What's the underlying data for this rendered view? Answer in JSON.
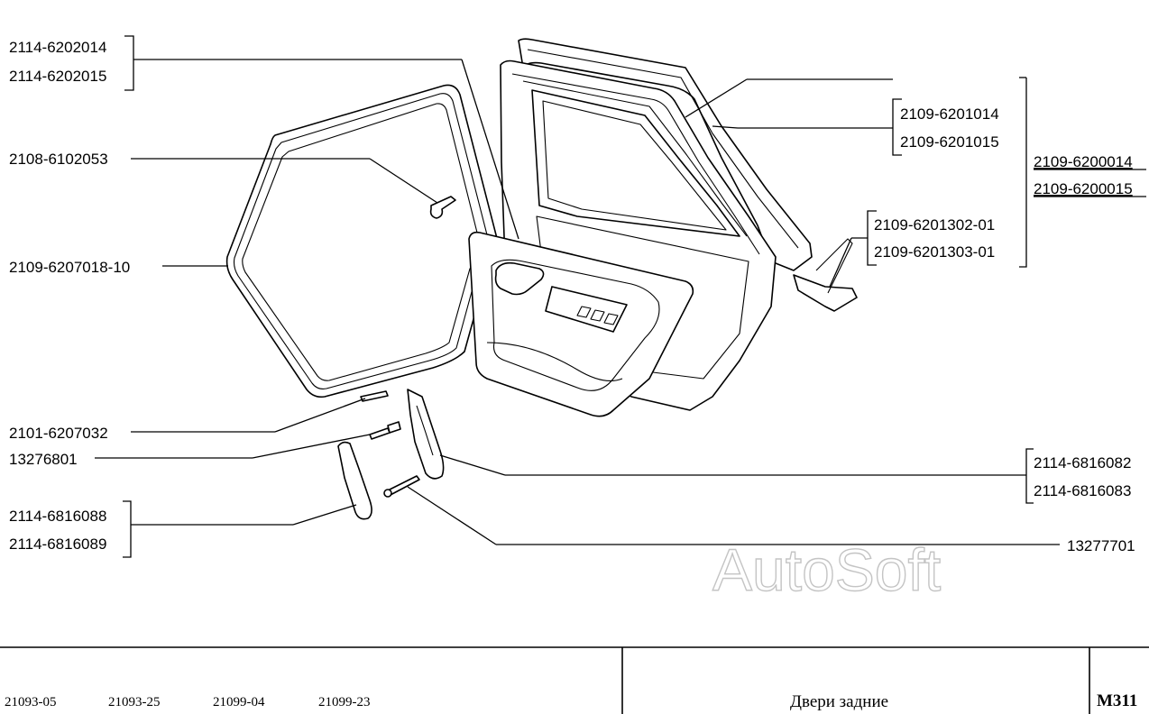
{
  "labels": {
    "l_2114_6202014": "2114-6202014",
    "l_2114_6202015": "2114-6202015",
    "l_2108_6102053": "2108-6102053",
    "l_2109_6207018_10": "2109-6207018-10",
    "l_2101_6207032": "2101-6207032",
    "l_13276801": "13276801",
    "l_2114_6816088": "2114-6816088",
    "l_2114_6816089": "2114-6816089",
    "l_2109_6201014": "2109-6201014",
    "l_2109_6201015": "2109-6201015",
    "l_2109_6200014": "2109-6200014",
    "l_2109_6200015": "2109-6200015",
    "l_2109_6201302_01": "2109-6201302-01",
    "l_2109_6201303_01": "2109-6201303-01",
    "l_2114_6816082": "2114-6816082",
    "l_2114_6816083": "2114-6816083",
    "l_13277701": "13277701"
  },
  "watermark": "AutoSoft",
  "footer": {
    "models": [
      "21093-05",
      "21093-25",
      "21099-04",
      "21099-23"
    ],
    "title": "Двери задние",
    "code": "M311"
  }
}
